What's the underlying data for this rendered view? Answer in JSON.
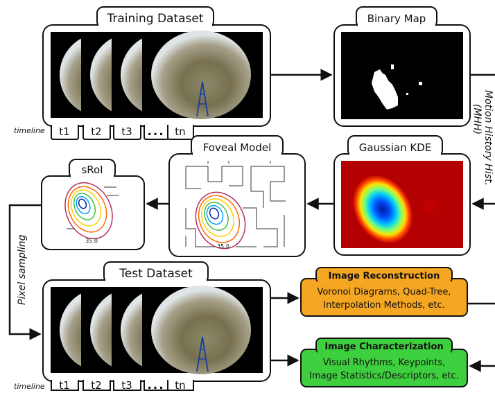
{
  "training": {
    "title": "Training Dataset",
    "tabs": [
      "t1",
      "t2",
      "t3",
      "...",
      "tn"
    ],
    "timeline": "timeline"
  },
  "test": {
    "title": "Test Dataset",
    "tabs": [
      "t1",
      "t2",
      "t3",
      "...",
      "tn"
    ],
    "timeline": "timeline"
  },
  "binary_map": {
    "title": "Binary Map"
  },
  "gaussian_kde": {
    "title": "Gaussian KDE"
  },
  "foveal_model": {
    "title": "Foveal Model"
  },
  "sroi": {
    "title": "sRoI"
  },
  "contour_label": "35.0",
  "side_label": {
    "line1": "Motion History Hist.",
    "line2": "(MHH)"
  },
  "pixel_sampling": "Pixel sampling",
  "reconstruction": {
    "title": "Image Reconstruction",
    "lines": [
      "Voronoi Diagrams, Quad-Tree,",
      "Interpolation Methods, etc."
    ],
    "color": "#f5a623"
  },
  "characterization": {
    "title": "Image Characterization",
    "lines": [
      "Visual Rhythms, Keypoints,",
      "Image Statistics/Descriptors, etc."
    ],
    "color": "#3ecf3e"
  }
}
